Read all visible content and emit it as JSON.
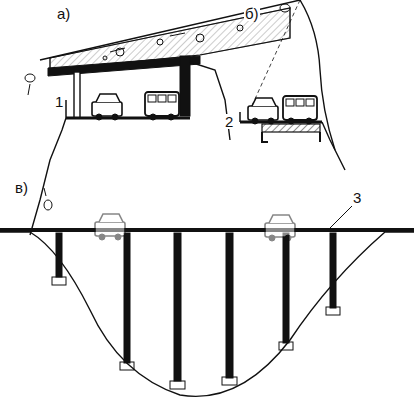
{
  "diagram": {
    "labels": [
      "а)",
      "б)",
      "в)",
      "1",
      "2",
      "3"
    ]
  }
}
